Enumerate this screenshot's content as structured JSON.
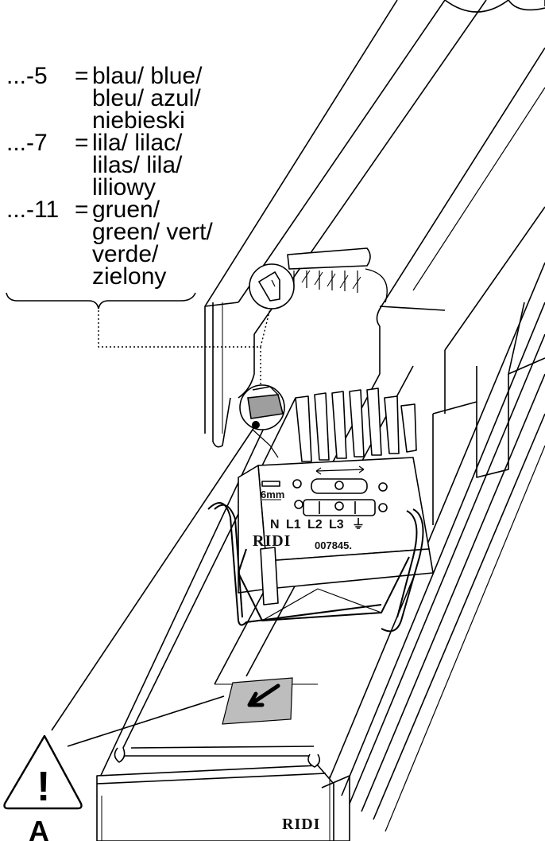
{
  "legend": {
    "row1_code": "...-5",
    "row1_eq": "=",
    "row1_lines": [
      "blau/ blue/",
      "bleu/ azul/",
      "niebieski"
    ],
    "row2_code": "...-7",
    "row2_eq": "=",
    "row2_lines": [
      "lila/ lilac/",
      "lilas/ lila/",
      "liliowy"
    ],
    "row3_code": "...-11",
    "row3_eq": "=",
    "row3_lines": [
      "gruen/",
      "green/ vert/",
      "verde/",
      "zielony"
    ]
  },
  "terminal": {
    "labels": [
      "N",
      "L1",
      "L2",
      "L3",
      "⏚"
    ],
    "strip_length": "6mm",
    "part_number": "007845.",
    "brand": "RIDI"
  },
  "end_cap": {
    "brand": "RIDI"
  },
  "warning": {
    "symbol": "!",
    "caption": "A"
  },
  "colors": {
    "ink": "#000000",
    "panel_gray": "#bdbdbd",
    "paper": "#ffffff"
  }
}
